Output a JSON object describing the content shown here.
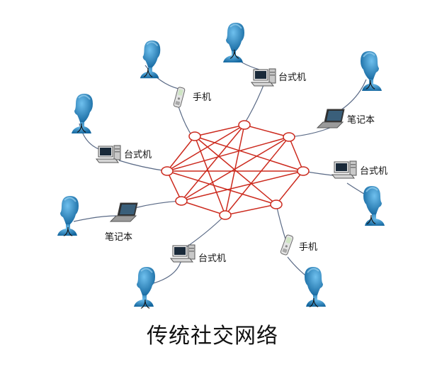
{
  "caption": "传统社交网络",
  "labels": {
    "person": "人",
    "desktop": "台式机",
    "phone": "手机",
    "laptop": "笔记本"
  },
  "colors": {
    "mesh": "#cc2a1e",
    "person": "#1f7fc0",
    "link": "#5a6a86"
  },
  "icons": [
    "person-icon",
    "desktop-computer-icon",
    "mobile-phone-icon",
    "laptop-icon"
  ]
}
